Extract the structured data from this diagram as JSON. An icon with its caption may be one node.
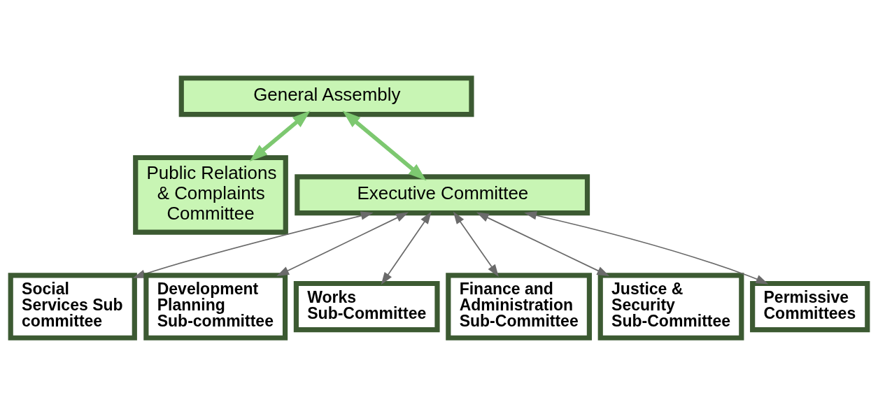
{
  "diagram": {
    "nodes": [
      {
        "text": [
          "General Assembly"
        ]
      },
      {
        "text": [
          "Public Relations & Complaints Committee"
        ]
      },
      {
        "text": [
          "Executive Committee"
        ]
      },
      {
        "text": [
          "Social Services Sub committee"
        ]
      },
      {
        "text": [
          "Development Planning Sub-committee"
        ]
      },
      {
        "text": [
          "Works Sub-Committee"
        ]
      },
      {
        "text": [
          "Finance and Administration Sub-Committee"
        ]
      },
      {
        "text": [
          "Justice & Security Sub-Committee"
        ]
      },
      {
        "text": [
          "Permissive Committees"
        ]
      }
    ],
    "edges": [
      {
        "from": 0,
        "to": 1,
        "arrow": "both",
        "style": "thick",
        "color": "#7dc870"
      },
      {
        "from": 0,
        "to": 2,
        "arrow": "both",
        "style": "thick",
        "color": "#7dc870"
      },
      {
        "from": 2,
        "to": 3,
        "arrow": "both"
      },
      {
        "from": 2,
        "to": 4,
        "arrow": "both"
      },
      {
        "from": 2,
        "to": 5,
        "arrow": "both"
      },
      {
        "from": 2,
        "to": 6,
        "arrow": "both"
      },
      {
        "from": 2,
        "to": 7,
        "arrow": "both"
      },
      {
        "from": 2,
        "to": 8,
        "arrow": "both"
      }
    ]
  }
}
